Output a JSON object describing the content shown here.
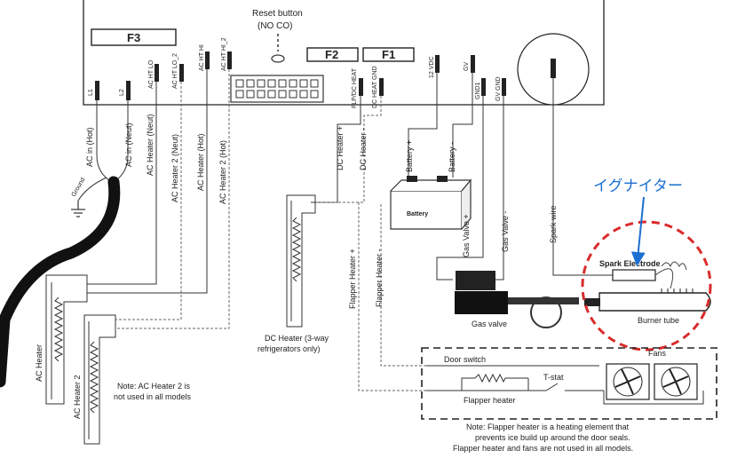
{
  "header": {
    "reset_button": "Reset button",
    "reset_button_sub": "(NO CO)",
    "fuse_f3": "F3",
    "fuse_f2": "F2",
    "fuse_f1": "F1"
  },
  "terminals": {
    "l1": "L1",
    "l2": "L2",
    "ac_ht_lo": "AC HT LO",
    "ac_ht_lo_2": "AC HT LO_2",
    "ac_ht_hi": "AC HT HI",
    "ac_ht_hi_2": "AC HT HI_2",
    "flp_dc_heat": "FLP/DC HEAT",
    "dc_heat_gnd": "DC HEAT GND",
    "vdc_12": "12 VDC",
    "gv": "GV",
    "gnd1": "GND1",
    "gv_gnd": "GV GND"
  },
  "wires": {
    "ac_in_hot": "AC in (Hot)",
    "ac_in_neut": "AC in (Neut)",
    "ground": "Ground",
    "ac_heater_neut": "AC Heater (Neut)",
    "ac_heater2_neut": "AC Heater 2 (Neut)",
    "ac_heater_hot": "AC Heater (Hot)",
    "ac_heater2_hot": "AC Heater 2 (Hot)",
    "dc_heater_plus": "DC Heater +",
    "dc_heater_minus": "DC Heater -",
    "battery_plus": "Battery +",
    "battery_minus": "Battery -",
    "gas_valve_plus": "Gas Valve +",
    "gas_valve_minus": "Gas Valve -",
    "spark_wire": "Spark wire",
    "flapper_heater_plus": "Flapper Heater +",
    "flapper_heater_minus": "Flapper Heater -"
  },
  "components": {
    "battery": "Battery",
    "gas_valve": "Gas valve",
    "spark_electrode": "Spark Electrode",
    "burner_tube": "Burner tube",
    "ac_heater": "AC Heater",
    "ac_heater_2": "AC Heater 2",
    "dc_heater": "DC Heater (3-way",
    "dc_heater_2": "refrigerators only)",
    "door_switch": "Door switch",
    "fans": "Fans",
    "tstat": "T-stat",
    "flapper_heater": "Flapper heater"
  },
  "notes": {
    "ac_note_1": "Note: AC Heater 2 is",
    "ac_note_2": "not used in all models",
    "flap_note_1": "Note: Flapper heater is a heating element that",
    "flap_note_2": "prevents ice build up around the door seals.",
    "flap_note_3": "Flapper heater and fans are not used in all models."
  },
  "annotation": {
    "igniter_label": "イグナイター",
    "highlight_color": "#d92b2b",
    "label_color": "#1a6fd0"
  }
}
